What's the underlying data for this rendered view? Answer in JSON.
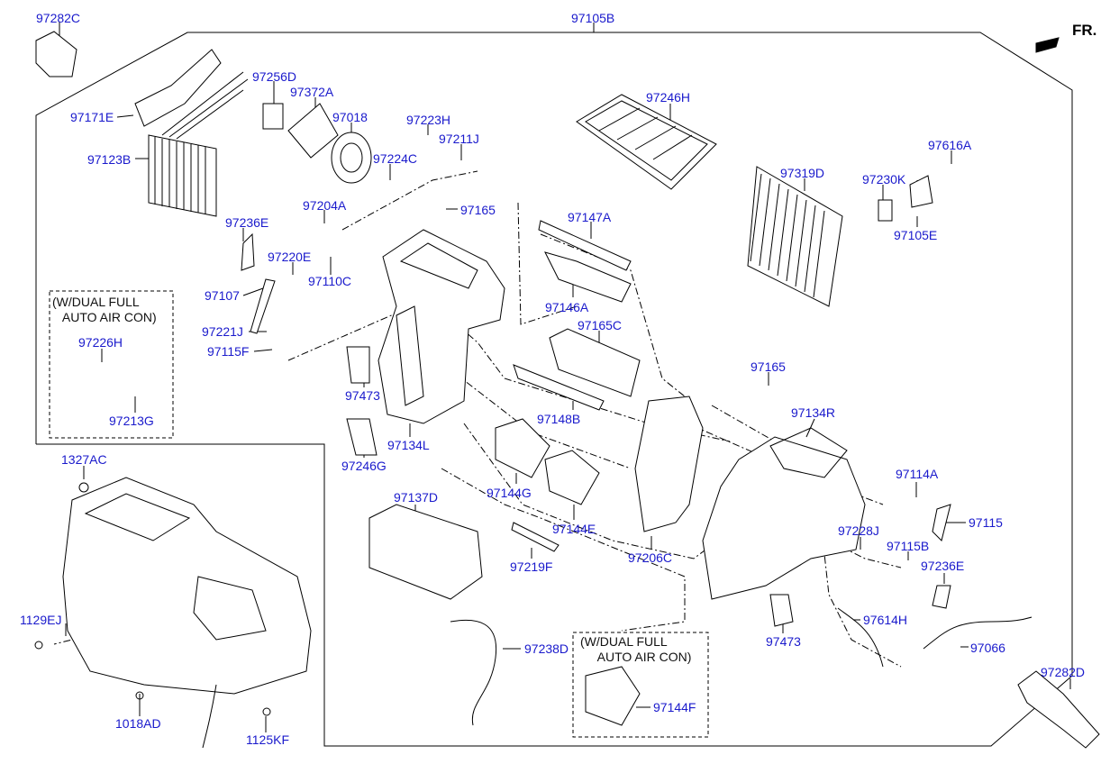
{
  "orientation": {
    "label": "FR."
  },
  "notes": {
    "dual_auto_1": "(W/DUAL FULL\n   AUTO AIR CON)",
    "dual_auto_2": "(W/DUAL FULL\n     AUTO AIR CON)"
  },
  "colors": {
    "label": "#1a1acc",
    "line": "#000000"
  },
  "parts": {
    "p97282C_top": "97282C",
    "p97105B": "97105B",
    "p97171E": "97171E",
    "p97123B": "97123B",
    "p97256D": "97256D",
    "p97372A": "97372A",
    "p97018": "97018",
    "p97223H": "97223H",
    "p97211J": "97211J",
    "p97224C": "97224C",
    "p97246H": "97246H",
    "p97616A": "97616A",
    "p97319D": "97319D",
    "p97230K": "97230K",
    "p97105E": "97105E",
    "p97236E_l": "97236E",
    "p97204A": "97204A",
    "p97165_top": "97165",
    "p97147A": "97147A",
    "p97220E": "97220E",
    "p97110C": "97110C",
    "p97107": "97107",
    "p97146A": "97146A",
    "p97165C": "97165C",
    "p97226H": "97226H",
    "p97221J": "97221J",
    "p97115F": "97115F",
    "p97165_mid": "97165",
    "p97473_l": "97473",
    "p97148B": "97148B",
    "p97134R": "97134R",
    "p97213G": "97213G",
    "p97134L": "97134L",
    "p97246G": "97246G",
    "p1327AC": "1327AC",
    "p97144G": "97144G",
    "p97114A": "97114A",
    "p97137D": "97137D",
    "p97115": "97115",
    "p97144E": "97144E",
    "p97228J": "97228J",
    "p97115B": "97115B",
    "p97206C": "97206C",
    "p97219F": "97219F",
    "p97236E_r": "97236E",
    "p1129EJ": "1129EJ",
    "p97614H": "97614H",
    "p97473_r": "97473",
    "p97238D": "97238D",
    "p97066": "97066",
    "p97282D": "97282D",
    "p97144F": "97144F",
    "p1018AD": "1018AD",
    "p1125KF": "1125KF"
  }
}
